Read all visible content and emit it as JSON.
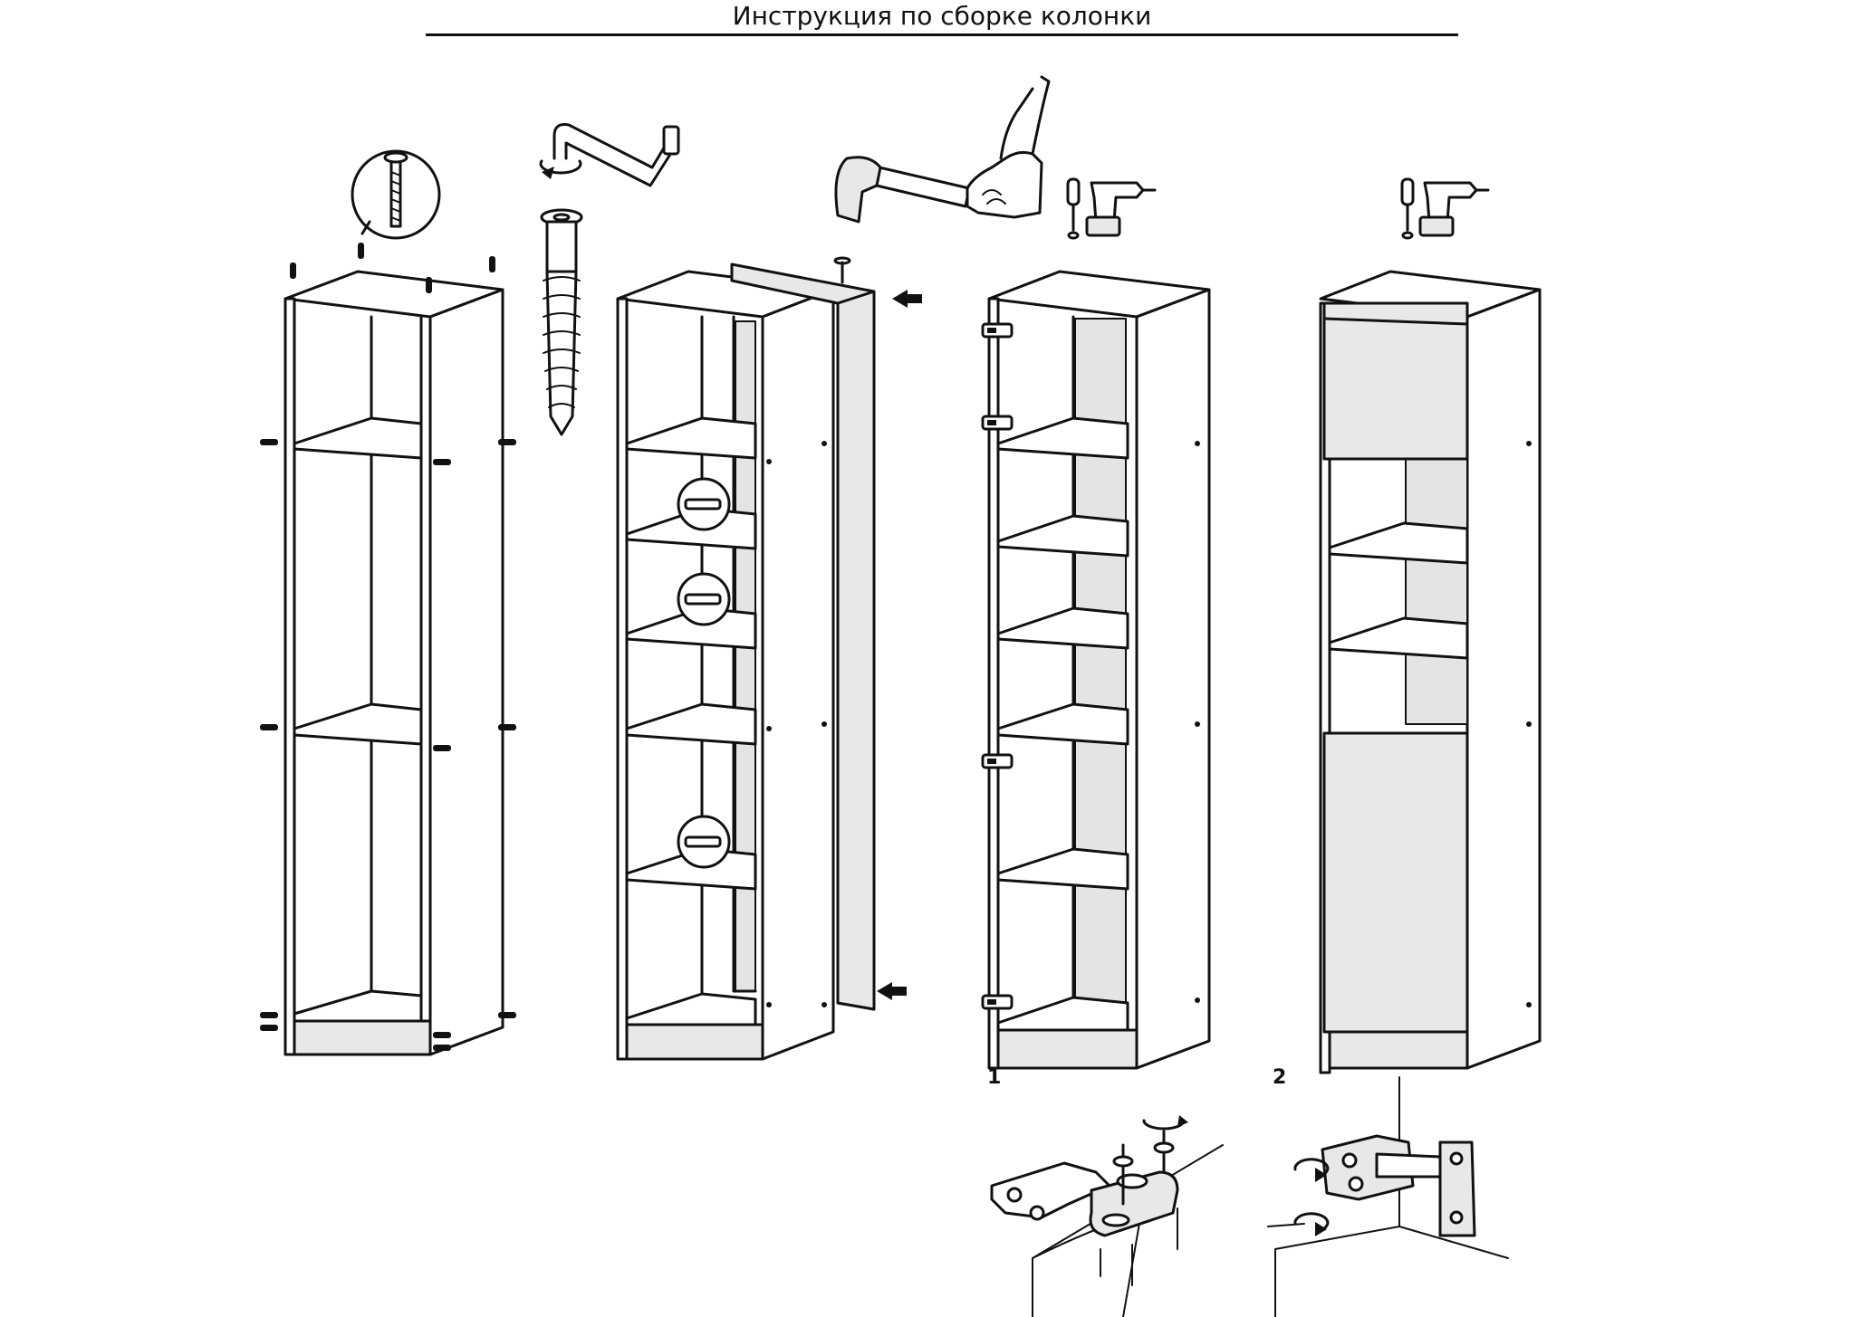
{
  "title": "Инструкция по сборке колонки",
  "steps": [
    {
      "label": "1"
    },
    {
      "label": "2"
    }
  ],
  "colors": {
    "line": "#111111",
    "panel_fill": "#e8e8e8",
    "background": "#ffffff"
  },
  "icons": [
    "screw-icon",
    "hex-key-icon",
    "confirmat-screw-icon",
    "hammer-icon",
    "screwdriver-icon",
    "drill-icon",
    "dowel-icon",
    "arrow-icon",
    "hinge-icon"
  ]
}
